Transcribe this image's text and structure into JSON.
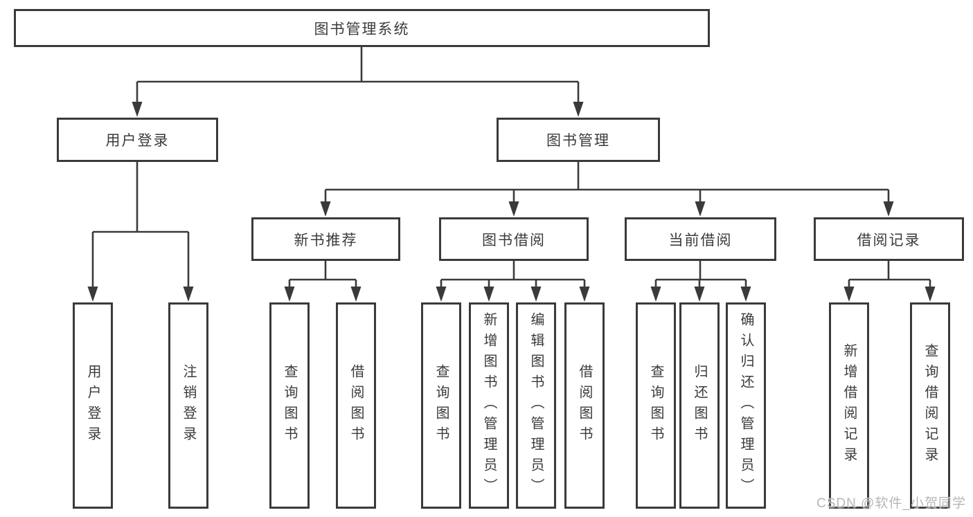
{
  "diagram_type": "hierarchy-tree",
  "tree": {
    "label": "图书管理系统",
    "children": [
      {
        "label": "用户登录",
        "children": [
          {
            "label": "用户登录"
          },
          {
            "label": "注销登录"
          }
        ]
      },
      {
        "label": "图书管理",
        "children": [
          {
            "label": "新书推荐",
            "children": [
              {
                "label": "查询图书"
              },
              {
                "label": "借阅图书"
              }
            ]
          },
          {
            "label": "图书借阅",
            "children": [
              {
                "label": "查询图书"
              },
              {
                "label": "新增图书（管理员）"
              },
              {
                "label": "编辑图书（管理员）"
              },
              {
                "label": "借阅图书"
              }
            ]
          },
          {
            "label": "当前借阅",
            "children": [
              {
                "label": "查询图书"
              },
              {
                "label": "归还图书"
              },
              {
                "label": "确认归还（管理员）"
              }
            ]
          },
          {
            "label": "借阅记录",
            "children": [
              {
                "label": "新增借阅记录"
              },
              {
                "label": "查询借阅记录"
              }
            ]
          }
        ]
      }
    ]
  },
  "watermark": {
    "text": "CSDN @软件_小贺同学"
  },
  "colors": {
    "line": "#3a3a3a",
    "text": "#3b3b3b",
    "box_background": "#ffffff",
    "page_background": "#ffffff",
    "watermark": "#b6b6b6"
  }
}
